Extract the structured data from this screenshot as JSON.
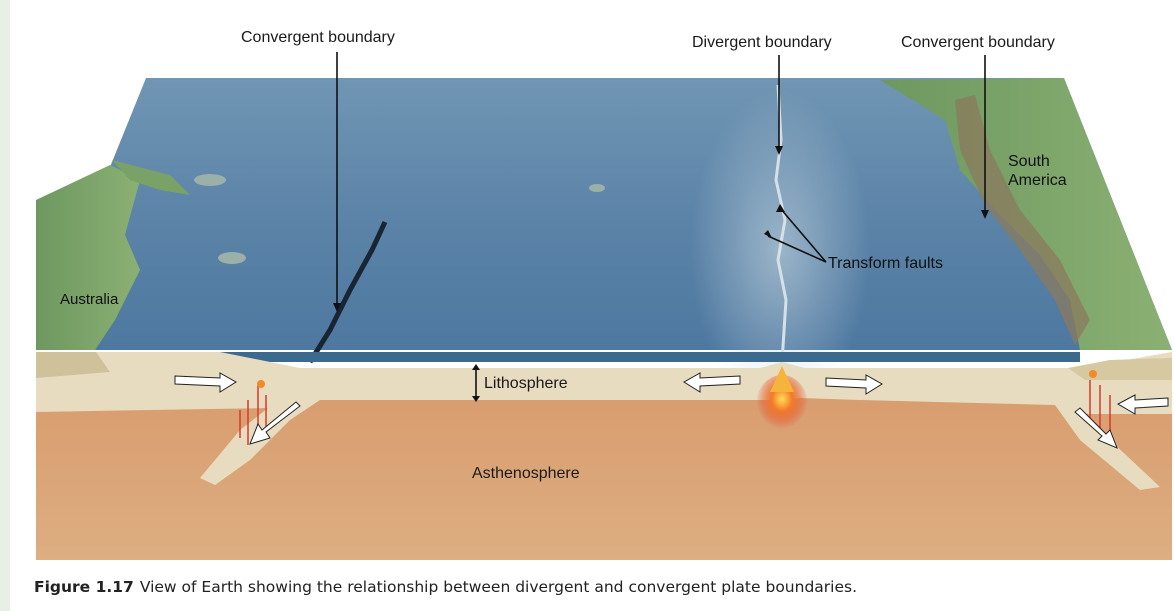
{
  "labels": {
    "convergent_left": "Convergent boundary",
    "divergent": "Divergent boundary",
    "convergent_right": "Convergent boundary",
    "south_america": "South\nAmerica",
    "transform_faults": "Transform faults",
    "australia": "Australia",
    "lithosphere": "Lithosphere",
    "asthenosphere": "Asthenosphere"
  },
  "caption": {
    "number": "Figure 1.17",
    "text": "View of Earth showing the relationship between divergent and convergent plate boundaries."
  },
  "colors": {
    "ocean": "#5f86a8",
    "land": "#7fa46a",
    "lithosphere": "#e6d9bc",
    "asthenosphere": "#d9a476",
    "magma": "#e8452a",
    "page": "#ffffff"
  }
}
